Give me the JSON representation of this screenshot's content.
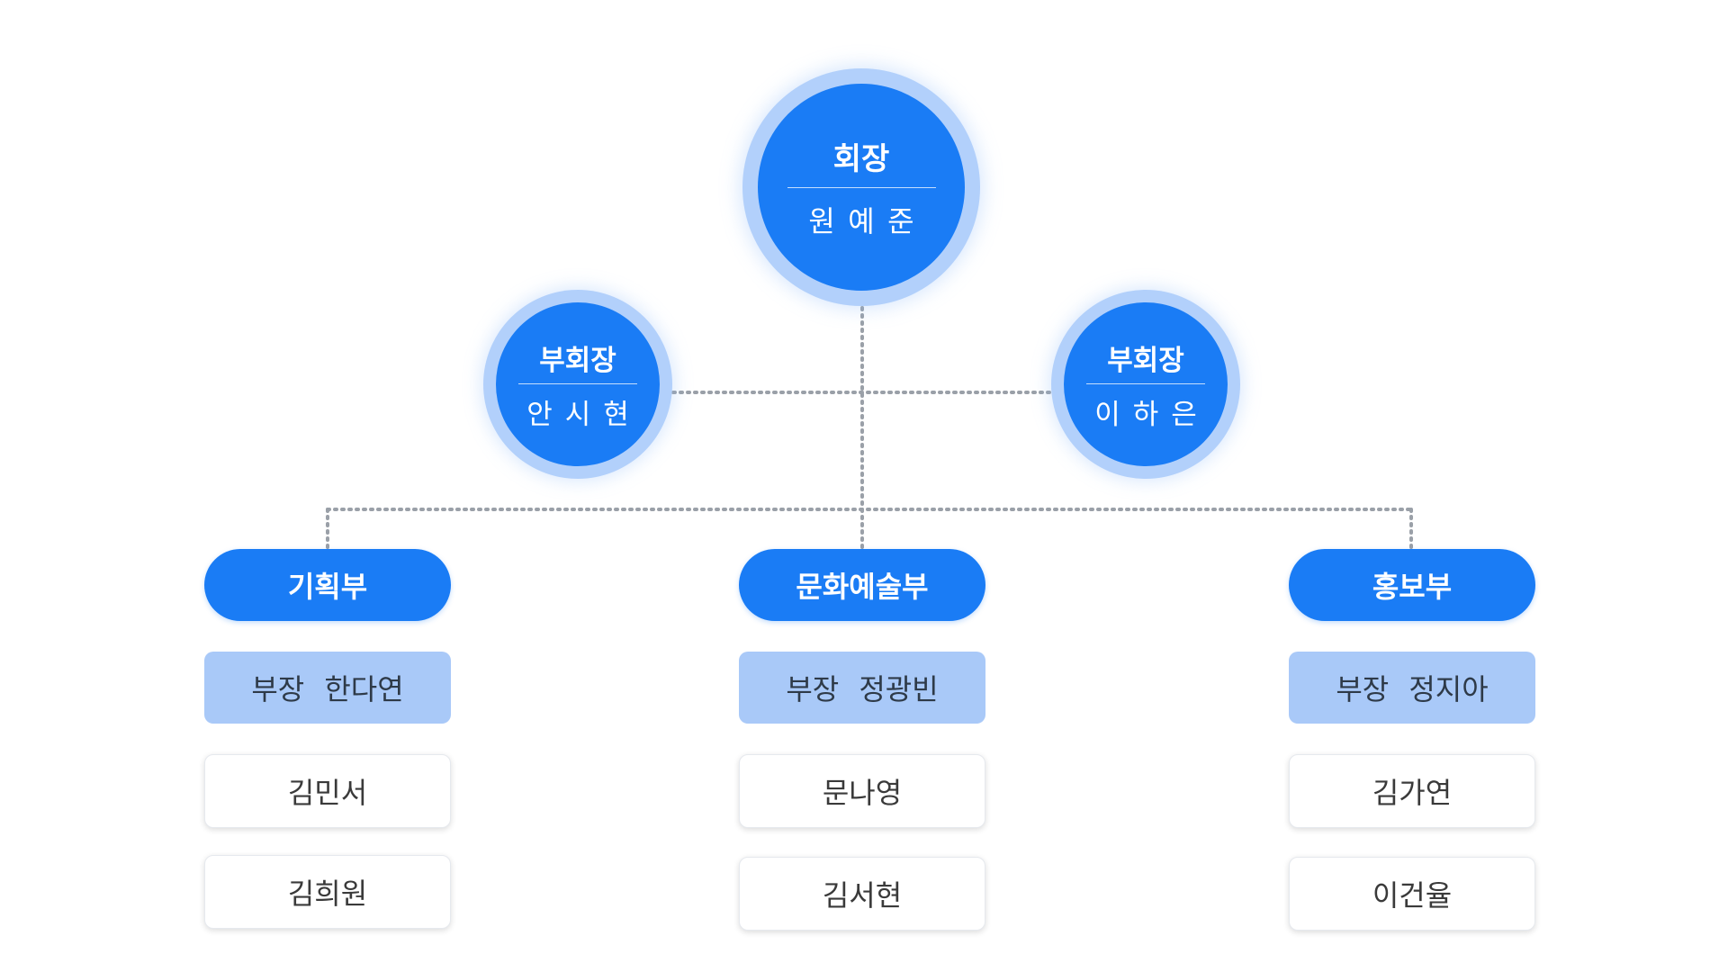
{
  "president": {
    "role": "회장",
    "name": "원예준"
  },
  "vice_presidents": [
    {
      "role": "부회장",
      "name": "안시현"
    },
    {
      "role": "부회장",
      "name": "이하은"
    }
  ],
  "departments": [
    {
      "name": "기획부",
      "head": "부장  한다연",
      "members": [
        "김민서",
        "김희원"
      ]
    },
    {
      "name": "문화예술부",
      "head": "부장  정광빈",
      "members": [
        "문나영",
        "김서현"
      ]
    },
    {
      "name": "홍보부",
      "head": "부장  정지아",
      "members": [
        "김가연",
        "이건율"
      ]
    }
  ],
  "colors": {
    "primary": "#1a7cf5",
    "ring": "#b2d0fb",
    "head_box": "#a9c9f8",
    "connector": "#9aa0a8"
  }
}
